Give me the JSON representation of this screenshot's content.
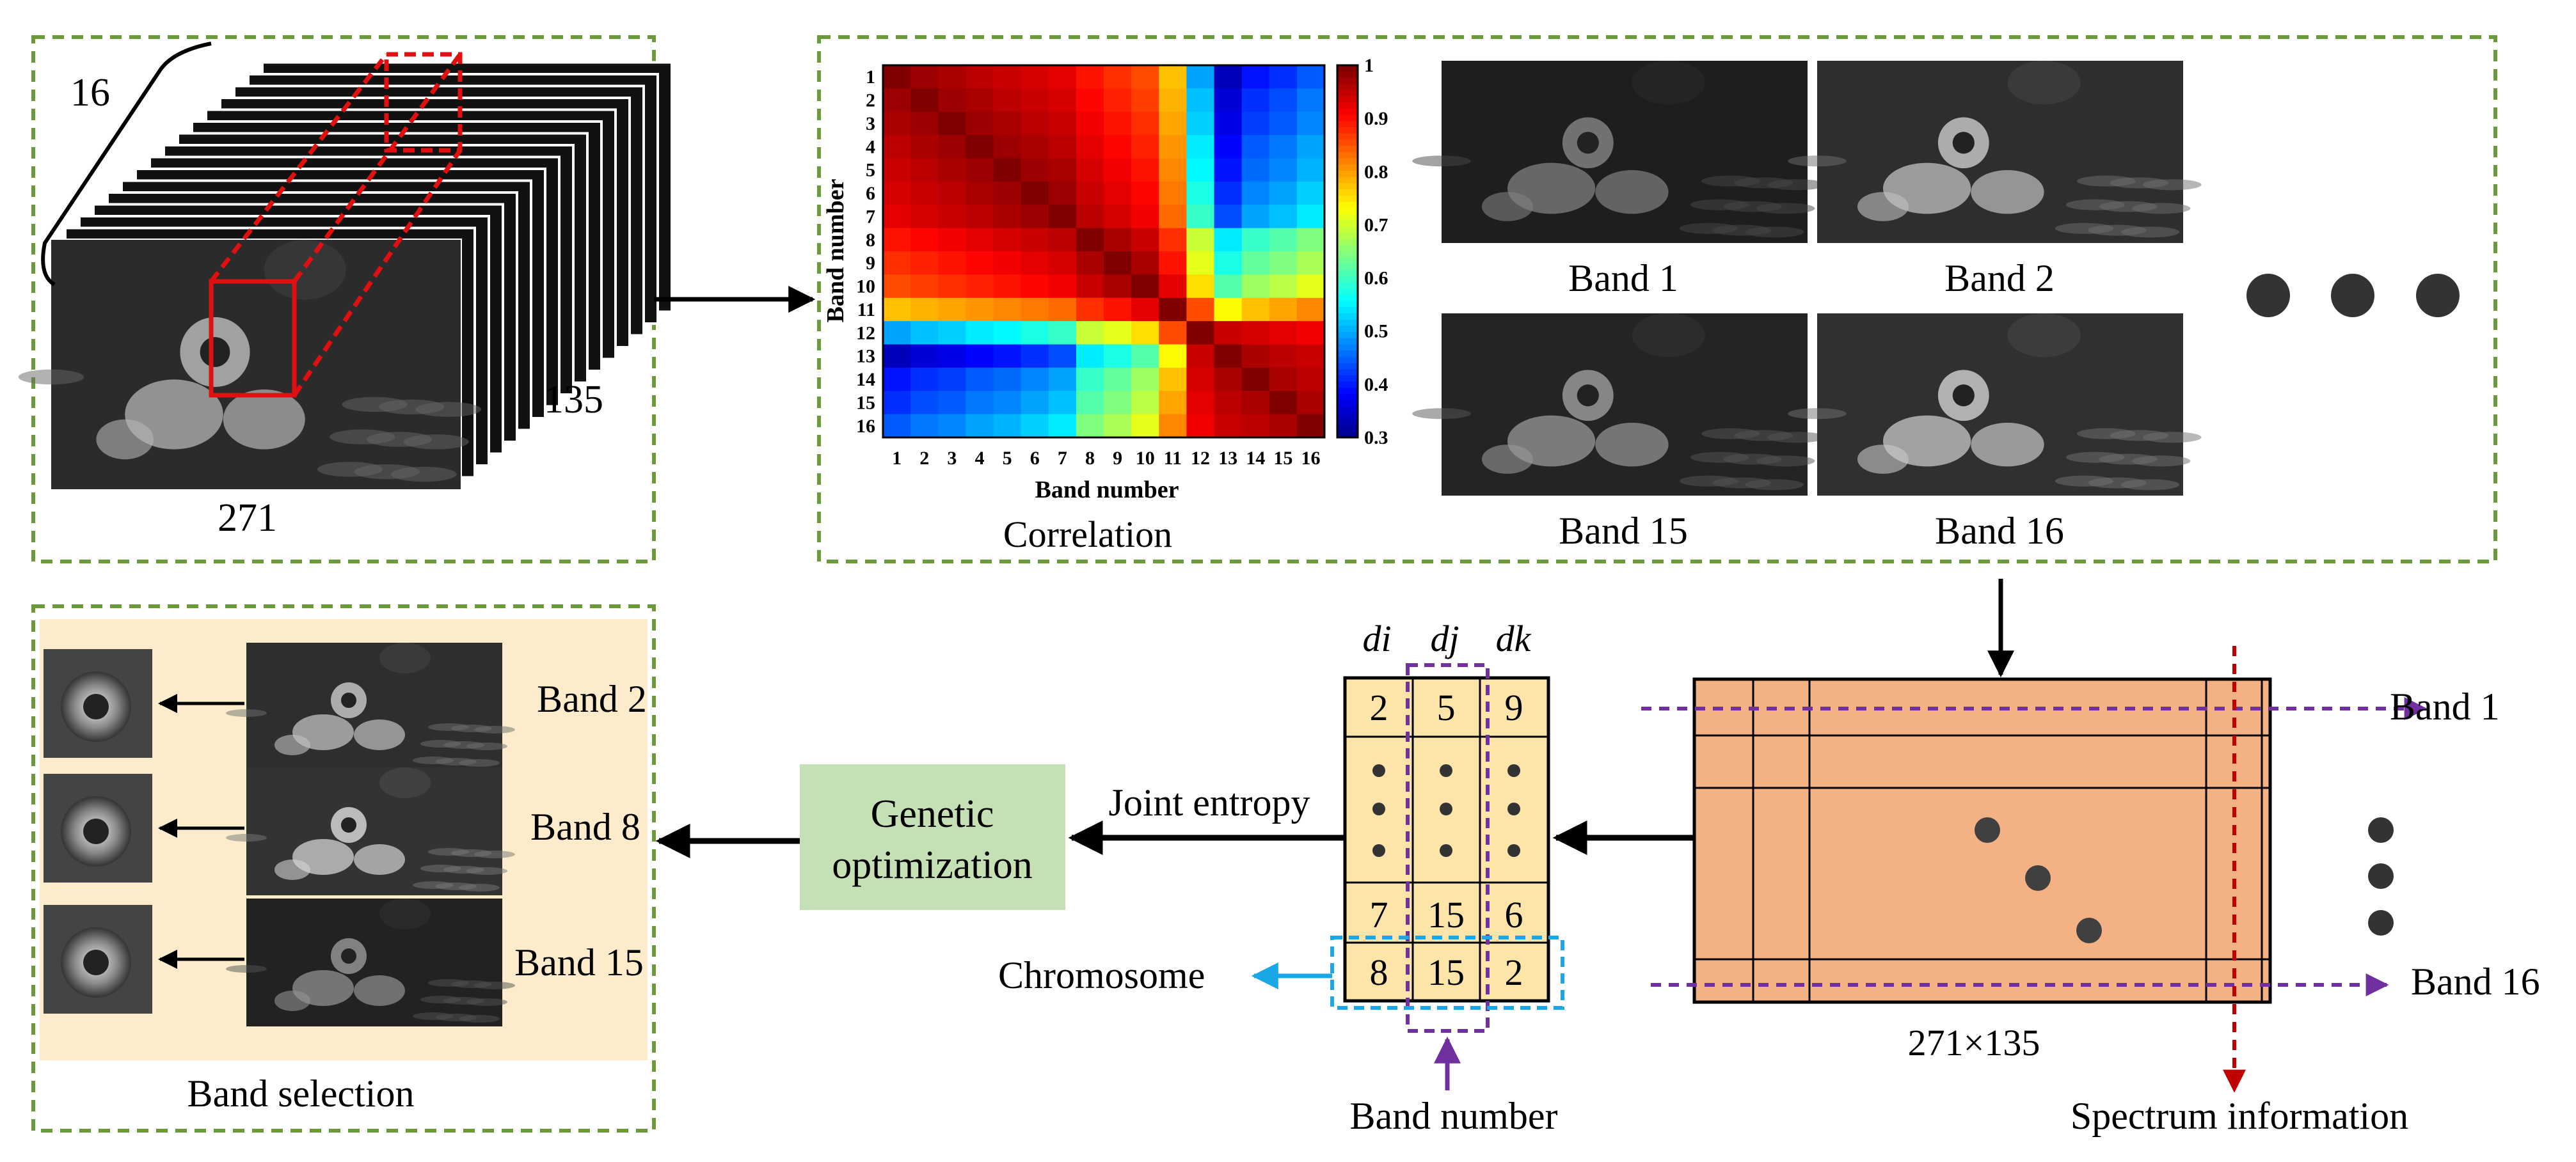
{
  "cube": {
    "depth_label": "16",
    "height_label": "135",
    "width_label": "271"
  },
  "heatmap": {
    "title": "Correlation",
    "xlabel": "Band number",
    "ylabel": "Band number",
    "x_ticks": [
      "1",
      "2",
      "3",
      "4",
      "5",
      "6",
      "7",
      "8",
      "9",
      "10",
      "11",
      "12",
      "13",
      "14",
      "15",
      "16"
    ],
    "y_ticks": [
      "1",
      "2",
      "3",
      "4",
      "5",
      "6",
      "7",
      "8",
      "9",
      "10",
      "11",
      "12",
      "13",
      "14",
      "15",
      "16"
    ],
    "colorbar_ticks": [
      "1",
      "0.9",
      "0.8",
      "0.7",
      "0.6",
      "0.5",
      "0.4",
      "0.3"
    ],
    "colorbar_range": [
      0.3,
      1.0
    ],
    "colormap": "jet"
  },
  "band_images": {
    "labels": [
      "Band 1",
      "Band 2",
      "Band 15",
      "Band 16"
    ]
  },
  "matrix": {
    "headers": [
      "di",
      "dj",
      "dk"
    ],
    "rows": [
      [
        "2",
        "5",
        "9"
      ],
      [
        "•",
        "•",
        "•"
      ],
      [
        "7",
        "15",
        "6"
      ],
      [
        "8",
        "15",
        "2"
      ]
    ],
    "chromosome_label": "Chromosome",
    "band_number_label": "Band number",
    "joint_entropy_label": "Joint entropy"
  },
  "genetic": {
    "line1": "Genetic",
    "line2": "optimization"
  },
  "grid": {
    "size_label": "271×135",
    "band_top_label": "Band 1",
    "band_bottom_label": "Band 16",
    "spectrum_label": "Spectrum information"
  },
  "selection": {
    "title": "Band selection",
    "labels": [
      "Band 2",
      "Band 8",
      "Band 15"
    ]
  },
  "colors": {
    "dashed_green": "#6a9a3a",
    "selection_bg": "#fdeccb",
    "genetic_bg": "#c5e0b4",
    "matrix_fill": "#fde4a8",
    "grid_fill": "#f4b183",
    "purple": "#7030a0",
    "cyan": "#1aa7e8",
    "red": "#e01010",
    "dark_red": "#c00000"
  },
  "chart_data": {
    "type": "heatmap",
    "title": "Correlation",
    "xlabel": "Band number",
    "ylabel": "Band number",
    "x": [
      1,
      2,
      3,
      4,
      5,
      6,
      7,
      8,
      9,
      10,
      11,
      12,
      13,
      14,
      15,
      16
    ],
    "y": [
      1,
      2,
      3,
      4,
      5,
      6,
      7,
      8,
      9,
      10,
      11,
      12,
      13,
      14,
      15,
      16
    ],
    "zlim": [
      0.3,
      1.0
    ],
    "values": [
      [
        1.0,
        0.98,
        0.97,
        0.96,
        0.95,
        0.94,
        0.93,
        0.9,
        0.88,
        0.86,
        0.78,
        0.5,
        0.34,
        0.4,
        0.42,
        0.45
      ],
      [
        0.98,
        1.0,
        0.98,
        0.97,
        0.96,
        0.95,
        0.94,
        0.91,
        0.89,
        0.87,
        0.79,
        0.52,
        0.36,
        0.42,
        0.44,
        0.47
      ],
      [
        0.97,
        0.98,
        1.0,
        0.98,
        0.97,
        0.96,
        0.95,
        0.92,
        0.9,
        0.88,
        0.8,
        0.53,
        0.37,
        0.43,
        0.45,
        0.48
      ],
      [
        0.96,
        0.97,
        0.98,
        1.0,
        0.98,
        0.97,
        0.96,
        0.93,
        0.91,
        0.89,
        0.81,
        0.55,
        0.39,
        0.45,
        0.47,
        0.5
      ],
      [
        0.95,
        0.96,
        0.97,
        0.98,
        1.0,
        0.98,
        0.97,
        0.94,
        0.92,
        0.9,
        0.82,
        0.56,
        0.4,
        0.46,
        0.48,
        0.51
      ],
      [
        0.94,
        0.95,
        0.96,
        0.97,
        0.98,
        1.0,
        0.98,
        0.95,
        0.93,
        0.91,
        0.83,
        0.58,
        0.42,
        0.48,
        0.5,
        0.53
      ],
      [
        0.93,
        0.94,
        0.95,
        0.96,
        0.97,
        0.98,
        1.0,
        0.96,
        0.94,
        0.92,
        0.84,
        0.6,
        0.44,
        0.5,
        0.52,
        0.55
      ],
      [
        0.9,
        0.91,
        0.92,
        0.93,
        0.94,
        0.95,
        0.96,
        1.0,
        0.97,
        0.95,
        0.88,
        0.7,
        0.55,
        0.6,
        0.62,
        0.65
      ],
      [
        0.88,
        0.89,
        0.9,
        0.91,
        0.92,
        0.93,
        0.94,
        0.97,
        1.0,
        0.97,
        0.9,
        0.72,
        0.58,
        0.63,
        0.65,
        0.68
      ],
      [
        0.86,
        0.87,
        0.88,
        0.89,
        0.9,
        0.91,
        0.92,
        0.95,
        0.97,
        1.0,
        0.93,
        0.76,
        0.62,
        0.67,
        0.69,
        0.72
      ],
      [
        0.78,
        0.79,
        0.8,
        0.81,
        0.82,
        0.83,
        0.84,
        0.88,
        0.9,
        0.93,
        1.0,
        0.86,
        0.74,
        0.78,
        0.8,
        0.82
      ],
      [
        0.5,
        0.52,
        0.53,
        0.55,
        0.56,
        0.58,
        0.6,
        0.7,
        0.72,
        0.76,
        0.86,
        1.0,
        0.95,
        0.94,
        0.93,
        0.92
      ],
      [
        0.34,
        0.36,
        0.37,
        0.39,
        0.4,
        0.42,
        0.44,
        0.55,
        0.58,
        0.62,
        0.74,
        0.95,
        1.0,
        0.97,
        0.96,
        0.95
      ],
      [
        0.4,
        0.42,
        0.43,
        0.45,
        0.46,
        0.48,
        0.5,
        0.6,
        0.63,
        0.67,
        0.78,
        0.94,
        0.97,
        1.0,
        0.97,
        0.96
      ],
      [
        0.42,
        0.44,
        0.45,
        0.47,
        0.48,
        0.5,
        0.52,
        0.62,
        0.65,
        0.69,
        0.8,
        0.93,
        0.96,
        0.97,
        1.0,
        0.97
      ],
      [
        0.45,
        0.47,
        0.48,
        0.5,
        0.51,
        0.53,
        0.55,
        0.65,
        0.68,
        0.72,
        0.82,
        0.92,
        0.95,
        0.96,
        0.97,
        1.0
      ]
    ]
  }
}
